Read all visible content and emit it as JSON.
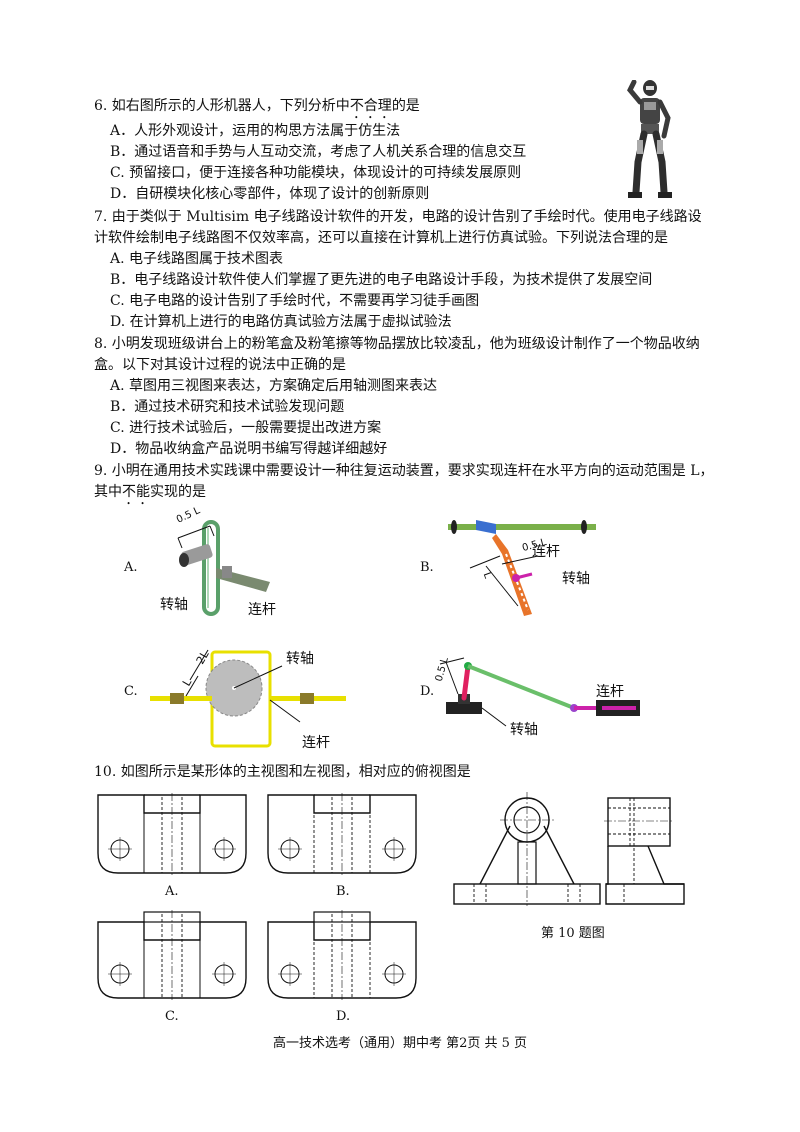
{
  "questions": [
    {
      "stem_pre": "6.  如右图所示的人形机器人，下列分析中",
      "stem_emph": "不合理",
      "stem_post": "的是",
      "options": [
        "A．人形外观设计，运用的构思方法属于仿生法",
        "B．通过语音和手势与人互动交流，考虑了人机关系合理的信息交互",
        "C. 预留接口，便于连接各种功能模块，体现设计的可持续发展原则",
        "D．自研模块化核心零部件，体现了设计的创新原则"
      ]
    },
    {
      "stem_line1": "7.  由于类似于 Multisim 电子线路设计软件的开发，电路的设计告别了手绘时代。使用电子线路设",
      "stem_line2": "计软件绘制电子线路图不仅效率高，还可以直接在计算机上进行仿真试验。下列说法合理的是",
      "options": [
        "A.  电子线路图属于技术图表",
        "B．电子线路设计软件使人们掌握了更先进的电子电路设计手段，为技术提供了发展空间",
        "C. 电子电路的设计告别了手绘时代，不需要再学习徒手画图",
        "D. 在计算机上进行的电路仿真试验方法属于虚拟试验法"
      ]
    },
    {
      "stem_line1": "8.  小明发现班级讲台上的粉笔盒及粉笔擦等物品摆放比较凌乱，他为班级设计制作了一个物品收纳",
      "stem_line2": "盒。以下对其设计过程的说法中正确的是",
      "options": [
        "A.  草图用三视图来表达，方案确定后用轴测图来表达",
        "B．通过技术研究和技术试验发现问题",
        "C. 进行技术试验后，一般需要提出改进方案",
        "D．物品收纳盒产品说明书编写得越详细越好"
      ]
    },
    {
      "stem_line1": "9.  小明在通用技术实践课中需要设计一种往复运动装置，要求实现连杆在水平方向的运动范围是 L，",
      "stem_line2_pre": "其中",
      "stem_line2_emph": "不能",
      "stem_line2_post": "实现的是",
      "figures": {
        "A": {
          "label": "A.",
          "dim": "0.5 L",
          "shaft": "转轴",
          "rod": "连杆"
        },
        "B": {
          "label": "B.",
          "dim": "0.5 L",
          "dim2": "L",
          "shaft": "转轴",
          "rod": "连杆"
        },
        "C": {
          "label": "C.",
          "dim": "2L",
          "dim2": "L",
          "shaft": "转轴",
          "rod": "连杆"
        },
        "D": {
          "label": "D.",
          "dim": "0.5 L",
          "shaft": "转轴",
          "rod": "连杆"
        }
      }
    },
    {
      "stem": "10.  如图所示是某形体的主视图和左视图，相对应的俯视图是",
      "option_labels": [
        "A.",
        "B.",
        "C.",
        "D."
      ],
      "caption": "第 10 题图"
    }
  ],
  "footer": "高一技术选考（通用）期中考    第2页    共 5 页",
  "colors": {
    "green": "#5aa06a",
    "olive": "#7ab04a",
    "orange": "#e8742a",
    "blue": "#3a6fd0",
    "magenta": "#cc22aa",
    "yellow": "#e8e000"
  }
}
